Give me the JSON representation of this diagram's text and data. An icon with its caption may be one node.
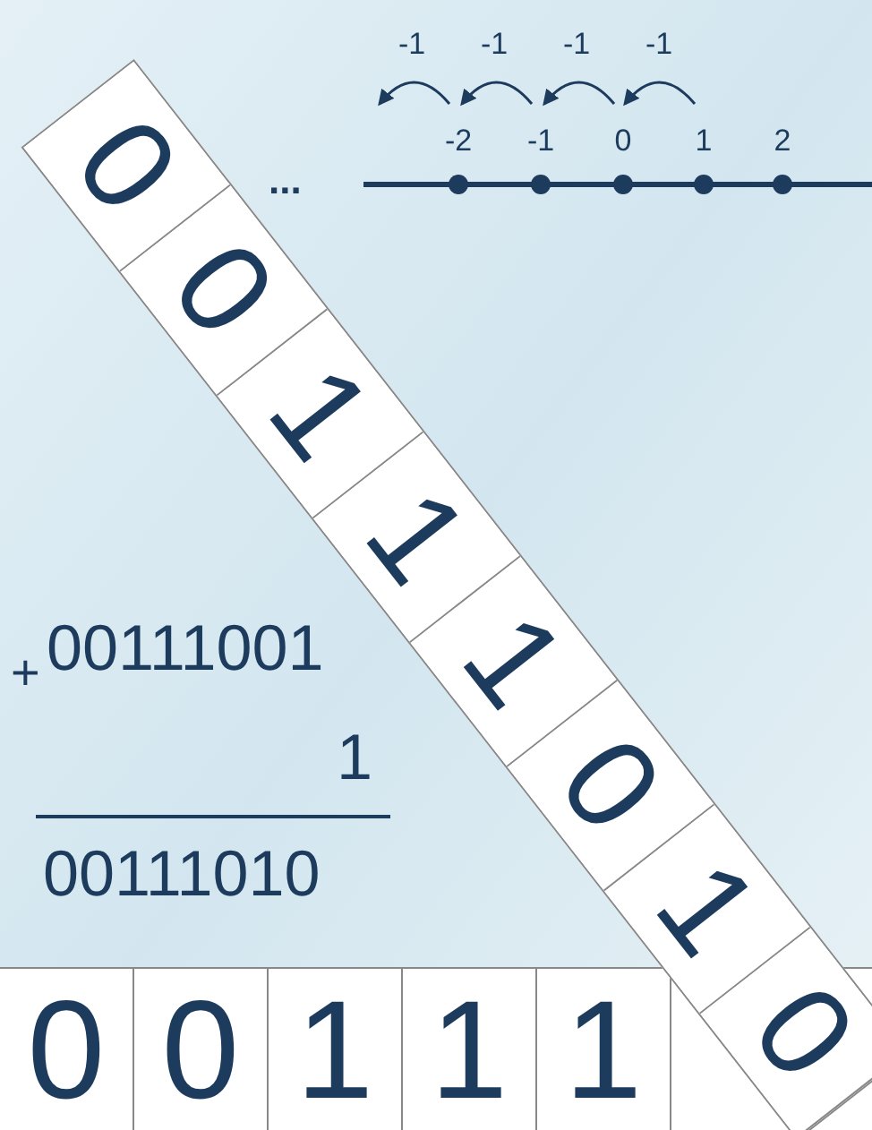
{
  "diagram": {
    "labels": [
      "-1",
      "-1",
      "-1",
      "-1",
      "-2",
      "-1",
      "0",
      "1",
      "2",
      "...",
      "0",
      "0",
      "1",
      "1",
      "1",
      "0",
      "1",
      "0",
      "+",
      "00111001",
      "1",
      "00111010",
      "0",
      "0",
      "1",
      "1",
      "1"
    ]
  }
}
